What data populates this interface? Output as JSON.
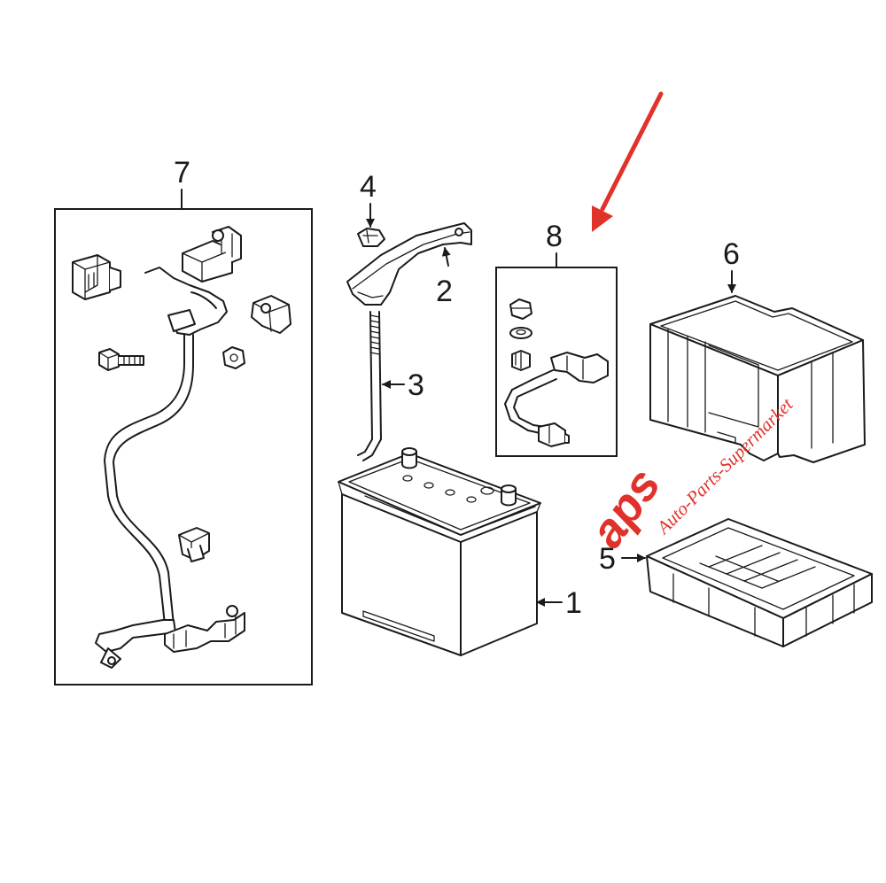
{
  "callouts": {
    "c1": "1",
    "c2": "2",
    "c3": "3",
    "c4": "4",
    "c5": "5",
    "c6": "6",
    "c7": "7",
    "c8": "8"
  },
  "watermark": {
    "logo": "aps",
    "text": "Auto-Parts-Supermarket"
  },
  "colors": {
    "line": "#1a1a1a",
    "accent_arrow": "#e0322a",
    "watermark": "#e0322a"
  }
}
